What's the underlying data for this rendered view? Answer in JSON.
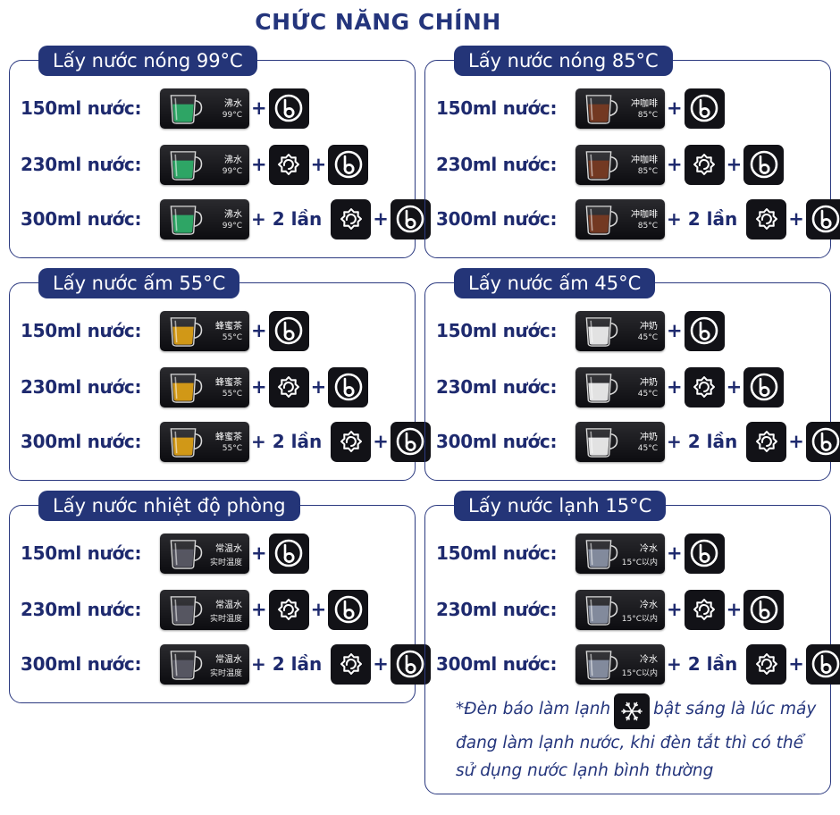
{
  "title": "CHỨC NĂNG CHÍNH",
  "plus": "+",
  "panels": [
    {
      "label": "Lấy nước nóng 99°C",
      "tile_line1": "沸水",
      "tile_line2": "99°C",
      "liquid_color": "#2fb06a",
      "rows": [
        {
          "volume": "150ml nước:",
          "times": ""
        },
        {
          "volume": "230ml nước:",
          "times": ""
        },
        {
          "volume": "300ml nước:",
          "times": "+ 2 lần"
        }
      ]
    },
    {
      "label": "Lấy nước nóng 85°C",
      "tile_line1": "冲咖啡",
      "tile_line2": "85°C",
      "liquid_color": "#7a3b22",
      "rows": [
        {
          "volume": "150ml nước:",
          "times": ""
        },
        {
          "volume": "230ml nước:",
          "times": ""
        },
        {
          "volume": "300ml nước:",
          "times": "+ 2 lần"
        }
      ]
    },
    {
      "label": "Lấy nước ấm 55°C",
      "tile_line1": "蜂蜜茶",
      "tile_line2": "55°C",
      "liquid_color": "#e0a216",
      "rows": [
        {
          "volume": "150ml nước:",
          "times": ""
        },
        {
          "volume": "230ml nước:",
          "times": ""
        },
        {
          "volume": "300ml nước:",
          "times": "+ 2 lần"
        }
      ]
    },
    {
      "label": "Lấy nước ấm 45°C",
      "tile_line1": "冲奶",
      "tile_line2": "45°C",
      "liquid_color": "#f2f2f2",
      "rows": [
        {
          "volume": "150ml nước:",
          "times": ""
        },
        {
          "volume": "230ml nước:",
          "times": ""
        },
        {
          "volume": "300ml nước:",
          "times": "+ 2 lần"
        }
      ]
    },
    {
      "label": "Lấy nước nhiệt độ phòng",
      "tile_line1": "常温水",
      "tile_line2": "实时温度",
      "liquid_color": "#5a5a66",
      "rows": [
        {
          "volume": "150ml nước:",
          "times": ""
        },
        {
          "volume": "230ml nước:",
          "times": ""
        },
        {
          "volume": "300ml nước:",
          "times": "+ 2 lần"
        }
      ]
    },
    {
      "label": "Lấy nước lạnh 15°C",
      "tile_line1": "冷水",
      "tile_line2": "15°C以内",
      "liquid_color": "#8a93a6",
      "rows": [
        {
          "volume": "150ml nước:",
          "times": ""
        },
        {
          "volume": "230ml nước:",
          "times": ""
        },
        {
          "volume": "300ml nước:",
          "times": "+ 2 lần"
        }
      ]
    }
  ],
  "note": {
    "before": "*Đèn báo làm lạnh",
    "after": "bật sáng là lúc máy đang làm lạnh nước, khi đèn tắt thì có thể sử dụng nước lạnh bình thường"
  },
  "icons": {
    "water": "water-drop-b-icon",
    "volume": "volume-gear-icon",
    "cooling": "snowflake-icon"
  },
  "colors": {
    "brand_navy": "#243578",
    "text_navy": "#1e2a6e",
    "button_black": "#121217"
  }
}
